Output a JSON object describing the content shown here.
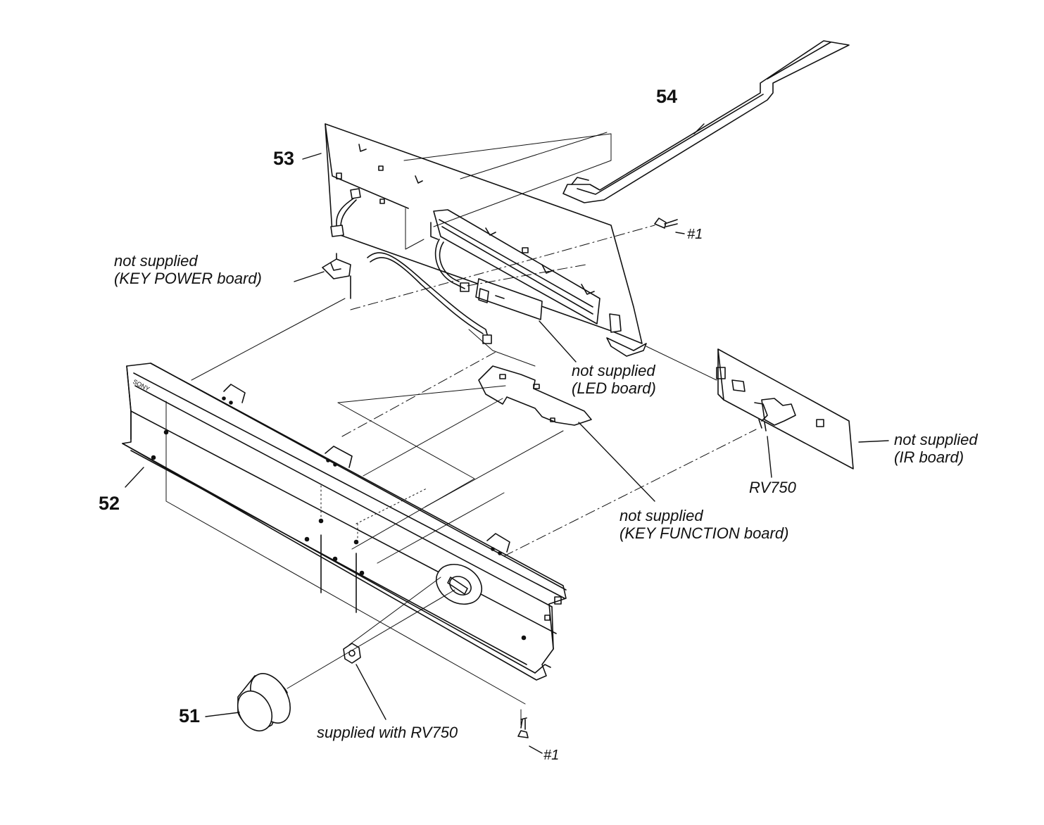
{
  "colors": {
    "line": "#111111",
    "background": "#ffffff",
    "panel_fill": "#f4f4f4"
  },
  "parts": {
    "p51": "51",
    "p52": "52",
    "p53": "53",
    "p54": "54"
  },
  "notes": {
    "key_power": {
      "line1": "not supplied",
      "line2": "(KEY POWER board)"
    },
    "led": {
      "line1": "not supplied",
      "line2": "(LED board)"
    },
    "ir": {
      "line1": "not supplied",
      "line2": "(IR board)"
    },
    "key_function": {
      "line1": "not supplied",
      "line2": "(KEY FUNCTION board)"
    },
    "rv750": "RV750",
    "nut": "supplied with RV750",
    "screw_top": "#1",
    "screw_bottom": "#1"
  },
  "icons": [
    "knob-icon",
    "nut-icon",
    "screw-icon",
    "flat-cable-icon",
    "circuit-board-icon"
  ]
}
